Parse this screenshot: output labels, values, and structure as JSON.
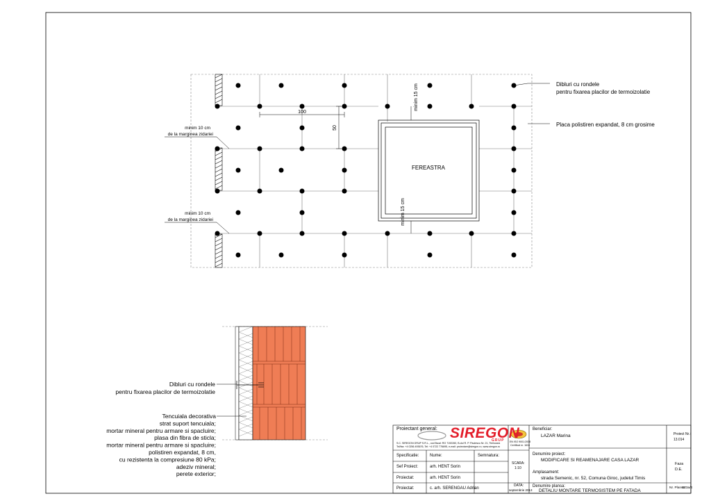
{
  "plan": {
    "anchor_label_1": "Dibluri cu rondele",
    "anchor_label_2": "pentru fixarea placilor de termoizolatie",
    "plate_label": "Placa polistiren expandat, 8 cm grosime",
    "window_label": "FEREASTRA",
    "dim_100": "100",
    "dim_50": "50",
    "min_top": "minim 15 cm",
    "min_bottom": "minim 15 cm",
    "edge_note_1a": "minim 10 cm",
    "edge_note_1b": "de la marginea zidariei",
    "edge_note_2a": "minim 10 cm",
    "edge_note_2b": "de la marginea zidariei"
  },
  "section": {
    "anchor_label_1": "Dibluri cu rondele",
    "anchor_label_2": "pentru fixarea placilor de termoizolatie",
    "layers": [
      "Tencuiala decorativa",
      "strat suport tencuiala;",
      "mortar mineral pentru armare si spacluire;",
      "plasa din fibra de sticla;",
      "mortar mineral pentru armare si spacluire;",
      "polistiren expandat, 8 cm,",
      "cu rezistenta la compresiune 80 kPa;",
      "adeziv mineral;",
      "perete exterior;"
    ]
  },
  "titleblock": {
    "general_designer_label": "Proiectant general:",
    "logo_text": "SIREGON",
    "logo_sub": "GRUP",
    "company_line_1": "S.C. SIREGON GRUP S.R.L., cod fiscal: RO 7192260, B-dul R. P. Paulescu Nr. 21, Timisoara",
    "company_line_2": "Tel/fax: +4 0256 493676, Tel: +4 0722 776695, e-mail: proiectare@siregon.ro, www.siregon.ro",
    "cert_line_1": "EN ISO 9001:2008",
    "cert_line_2": "Certificat nr. 1634",
    "spec_label": "Specificatie:",
    "name_label": "Nume:",
    "signature_label": "Semnatura:",
    "rows": [
      {
        "role": "Sef Proiect:",
        "name": "arh. HENT Sorin"
      },
      {
        "role": "Proiectat:",
        "name": "arh. HENT Sorin"
      },
      {
        "role": "Proiectat:",
        "name": "c. arh. SERENGAU Adrian"
      }
    ],
    "scale_label": "SCARA:",
    "scale_value": "1:10",
    "date_label": "DATA:",
    "date_value": "septembrie 2013",
    "beneficiary_label": "Beneficiar:",
    "beneficiary_value": "LAZAR Marina",
    "project_name_label": "Denumire proiect:",
    "project_name_value": "MODIFICARE SI REAMENAJARE CASA LAZAR",
    "location_label": "Amplasament:",
    "location_value": "strada Semenic, nr. 52, Comuna Giroc, judetul Timis",
    "sheet_name_label": "Denumire plansa:",
    "sheet_name_value": "DETALIU MONTARE TERMOSISTEM PE FATADA",
    "project_no_label": "Proiect Nr.:",
    "project_no_value": "13.014",
    "phase_label": "Faza",
    "phase_value": "D.E.",
    "sheet_no_label": "Nr. Plansa:",
    "sheet_no_value": "S23a/4"
  },
  "colors": {
    "brick": "#ef7d55",
    "brick_line": "#7a2a12",
    "logo_red": "#e31d2a"
  }
}
